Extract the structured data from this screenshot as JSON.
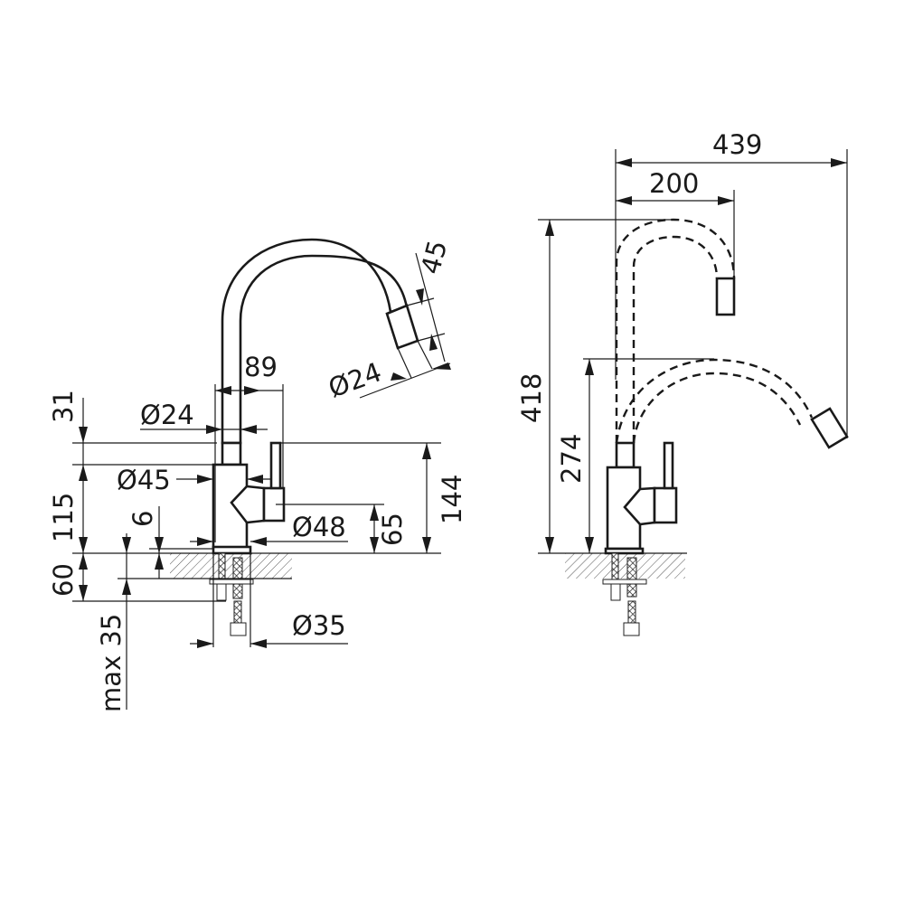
{
  "drawing": {
    "title": "Kitchen faucet dimension drawing",
    "colors": {
      "line": "#1a1a1a",
      "background": "#ffffff"
    },
    "side_view": {
      "dim_spout_reach": "89",
      "dim_spout_diameter": "Ø24",
      "dim_nozzle_length": "45",
      "dim_nozzle_diameter": "Ø24",
      "dim_collar_height": "31",
      "dim_body_height": "115",
      "dim_body_diameter": "Ø45",
      "dim_base_diameter": "Ø48",
      "dim_handle_height": "65",
      "dim_total_body_height": "144",
      "dim_gap": "6",
      "dim_below_worktop": "60",
      "dim_max_thickness": "max 35",
      "dim_hole_diameter": "Ø35"
    },
    "swivel_view": {
      "dim_max_reach": "439",
      "dim_min_reach": "200",
      "dim_max_height": "418",
      "dim_low_height": "274"
    }
  }
}
